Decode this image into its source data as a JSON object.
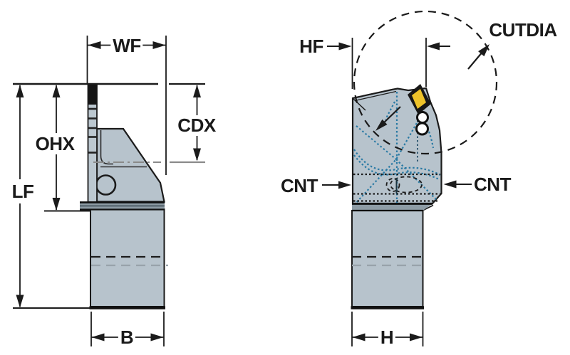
{
  "drawing": {
    "description": "Tool holder engineering dimension drawing, two orthographic views",
    "left_view": {
      "labels": {
        "wf": "WF",
        "ohx": "OHX",
        "lf": "LF",
        "cdx": "CDX",
        "b": "B"
      }
    },
    "right_view": {
      "labels": {
        "hf": "HF",
        "cutdia": "CUTDIA",
        "cnt_left": "CNT",
        "cnt_right": "CNT",
        "h": "H"
      }
    },
    "colors": {
      "body": "#b7c3cc",
      "edge": "#1b1b1b",
      "band": "#8e9ca5",
      "insert_yellow": "#eec32a",
      "hidden_blue": "#2a7aa4",
      "centerline_gray": "#8a8a8a",
      "shank_dash_gray": "#98a2aa",
      "background": "#ffffff"
    }
  }
}
